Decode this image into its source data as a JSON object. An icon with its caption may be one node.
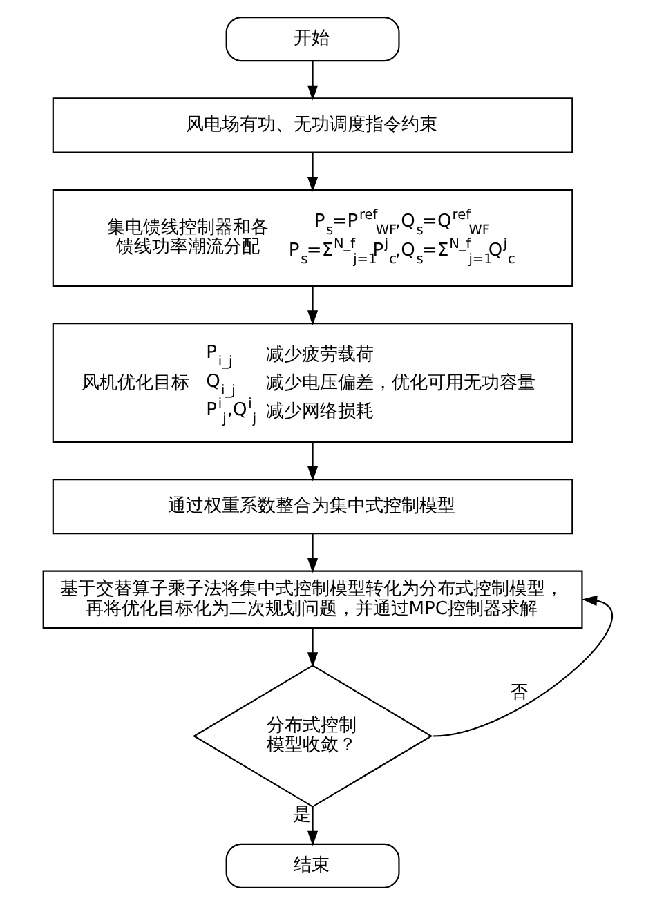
{
  "diagram": {
    "nodes": [
      {
        "text": [
          "开始"
        ]
      },
      {
        "text": [
          "风电场有功、无功调度指令约束"
        ]
      },
      {
        "text": [
          "集电馈线控制器和各馈线功率潮流分配",
          "P$_{s}$=P$^{ref}$$_{WF}$,Q$_{s}$=Q$^{ref}$$_{WF}$",
          "P$_{s}$=Σ$^{N_f}$$_{j=1}$P$^{j}$$_{c}$,Q$_{s}$=Σ$^{N_f}$$_{j=1}$Q$^{j}$$_{c}$"
        ]
      },
      {
        "text": [
          "风机优化目标",
          "P$_{i_j}$",
          "减少疲劳载荷",
          "Q$_{i_j}$",
          "减少电压偏差，优化可用无功容量",
          "P$^{i}$$_{j}$,Q$^{i}$$_{j}$",
          "减少网络损耗"
        ]
      },
      {
        "text": [
          "通过权重系数整合为集中式控制模型"
        ]
      },
      {
        "text": [
          "基于交替算子乘子法将集中式控制模型转化为分布式控制模型，再将优化目标化为二次规划问题，并通过MPC控制器求解"
        ]
      },
      {
        "text": [
          "分布式控制模型收敛？"
        ]
      },
      {
        "text": [
          "结束"
        ]
      }
    ],
    "edges": [
      {
        "from": 0,
        "to": 1,
        "arrow": "to"
      },
      {
        "from": 1,
        "to": 2,
        "arrow": "to"
      },
      {
        "from": 2,
        "to": 3,
        "arrow": "to"
      },
      {
        "from": 3,
        "to": 4,
        "arrow": "to"
      },
      {
        "from": 4,
        "to": 5,
        "arrow": "to"
      },
      {
        "from": 5,
        "to": 6,
        "arrow": "to"
      },
      {
        "from": 6,
        "to": 5,
        "arrow": "to",
        "label": "否"
      },
      {
        "from": 6,
        "to": 7,
        "arrow": "to",
        "label": "是"
      }
    ]
  }
}
